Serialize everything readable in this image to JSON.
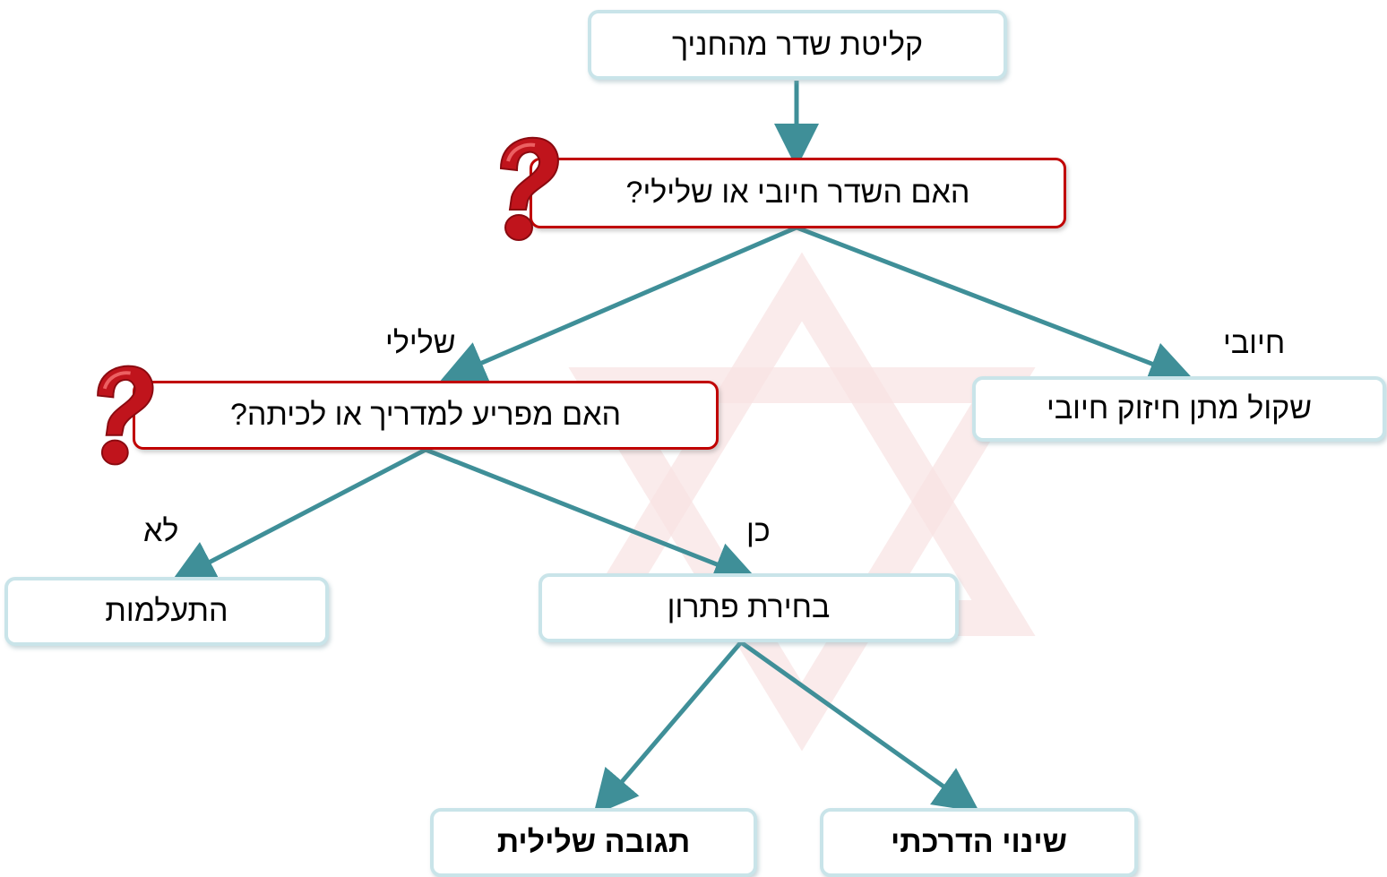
{
  "nodes": {
    "start": "קליטת שדר מהחניך",
    "q1": "האם השדר חיובי או שלילי?",
    "positive_action": "שקול מתן חיזוק חיובי",
    "q2": "האם מפריע למדריך או לכיתה?",
    "ignore": "התעלמות",
    "choose_solution": "בחירת פתרון",
    "negative_response": "תגובה שלילית",
    "instruction_change": "שינוי הדרכתי"
  },
  "edge_labels": {
    "negative": "שלילי",
    "positive": "חיובי",
    "no": "לא",
    "yes": "כן"
  },
  "icons": {
    "question_mark": "question-mark-icon",
    "watermark": "star-of-david-watermark"
  },
  "colors": {
    "arrow": "#3f8f98",
    "step_border": "#c9e4e9",
    "question_border": "#c00000",
    "question_icon": "#c0141c",
    "watermark": "#f6dada"
  }
}
